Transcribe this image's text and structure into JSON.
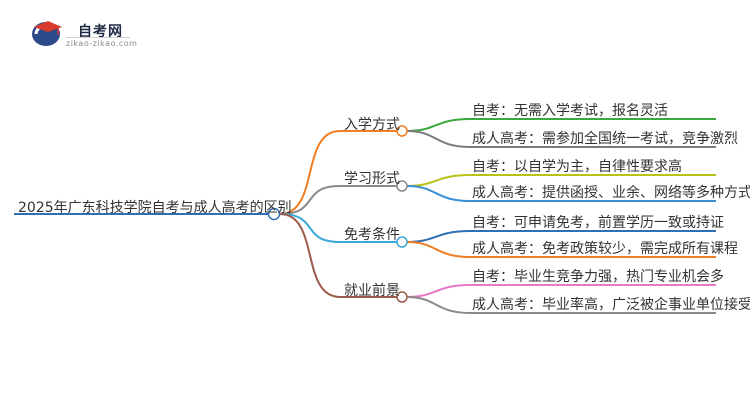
{
  "brand": {
    "name": "自考网",
    "url_text": "zikao-zikao.com",
    "colors": {
      "blue": "#2b4a8b",
      "red": "#d93a2b"
    }
  },
  "root": {
    "label": "2025年广东科技学院自考与成人高考的区别",
    "color": "#2f6fb5"
  },
  "branches": [
    {
      "label": "入学方式",
      "color": "#f07d22",
      "leaves": [
        {
          "label": "自考：无需入学考试，报名灵活",
          "color": "#3ea83e"
        },
        {
          "label": "成人高考：需参加全国统一考试，竞争激烈",
          "color": "#7a7a7a"
        }
      ]
    },
    {
      "label": "学习形式",
      "color": "#8a8a8a",
      "leaves": [
        {
          "label": "自考：以自学为主，自律性要求高",
          "color": "#b8c21a"
        },
        {
          "label": "成人高考：提供函授、业余、网络等多种方式",
          "color": "#3a8fd6"
        }
      ]
    },
    {
      "label": "免考条件",
      "color": "#3aa8d8",
      "leaves": [
        {
          "label": "自考：可申请免考，前置学历一致或持证",
          "color": "#2f6fb5"
        },
        {
          "label": "成人高考：免考政策较少，需完成所有课程",
          "color": "#f07d22"
        }
      ]
    },
    {
      "label": "就业前景",
      "color": "#9b5a4a",
      "leaves": [
        {
          "label": "自考：毕业生竞争力强，热门专业机会多",
          "color": "#e878c8"
        },
        {
          "label": "成人高考：毕业率高，广泛被企事业单位接受",
          "color": "#8a8a8a"
        }
      ]
    }
  ]
}
